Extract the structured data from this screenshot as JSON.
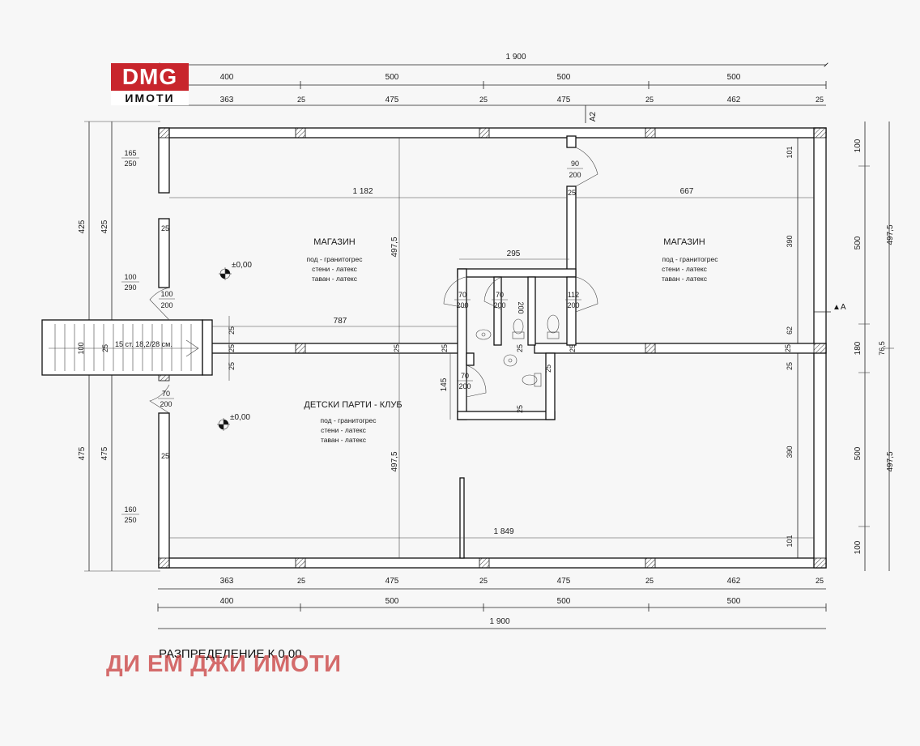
{
  "logo": {
    "top": "DMG",
    "bottom": "ИМОТИ"
  },
  "caption": "РАЗПРЕДЕЛЕНИЕ  К   0,00",
  "watermark": "ДИ ЕМ ДЖИ ИМОТИ",
  "top_dims": {
    "total": "1 900",
    "row1": [
      "400",
      "500",
      "500",
      "500"
    ],
    "row2": [
      "363",
      "25",
      "475",
      "25",
      "475",
      "25",
      "462",
      "25"
    ]
  },
  "bottom_dims": {
    "total": "1 900",
    "row1": [
      "400",
      "500",
      "500",
      "500"
    ],
    "row2": [
      "363",
      "25",
      "475",
      "25",
      "475",
      "25",
      "462",
      "25"
    ]
  },
  "left_dims": {
    "outer": [
      "425",
      "475"
    ],
    "inner": [
      "425",
      "100",
      "475"
    ],
    "window_top": [
      "165",
      "250"
    ],
    "window_mid": [
      "100",
      "290"
    ],
    "window_bot": [
      "160",
      "250"
    ],
    "stair_w": "100",
    "stair_25": "25"
  },
  "right_dims": {
    "outer": [
      "497,5",
      "497,5"
    ],
    "mid": [
      "100",
      "500",
      "180",
      "500",
      "100"
    ],
    "inner": [
      "101",
      "390",
      "62",
      "25",
      "390",
      "101"
    ],
    "small": "25",
    "small2": "76,5"
  },
  "section_marks": {
    "a2": "A2",
    "a": "▲A"
  },
  "rooms": [
    {
      "title": "МАГАЗИН",
      "floor": "под - гранитогрес",
      "walls": "стени - латекс",
      "ceiling": "таван - латекс"
    },
    {
      "title": "МАГАЗИН",
      "floor": "под - гранитогрес",
      "walls": "стени - латекс",
      "ceiling": "таван - латекс"
    },
    {
      "title": "ДЕТСКИ ПАРТИ - КЛУБ",
      "floor": "под - гранитогрес",
      "walls": "стени - латекс",
      "ceiling": "таван - латекс"
    }
  ],
  "levels": [
    "±0,00",
    "±0,00"
  ],
  "inner_dims": {
    "d1182": "1 182",
    "d667": "667",
    "d4975a": "497,5",
    "d4975b": "497,5",
    "d787": "787",
    "d295": "295",
    "d1849": "1 849",
    "d145": "145",
    "d25": "25",
    "v200": "200"
  },
  "doors": [
    {
      "w": "100",
      "h": "200"
    },
    {
      "w": "70",
      "h": "200"
    },
    {
      "w": "90",
      "h": "200"
    },
    {
      "w": "70",
      "h": "200"
    },
    {
      "w": "70",
      "h": "200"
    },
    {
      "w": "112",
      "h": "200"
    },
    {
      "w": "70",
      "h": "200"
    }
  ],
  "stair_label": "15 ст. 18,2/28 см."
}
